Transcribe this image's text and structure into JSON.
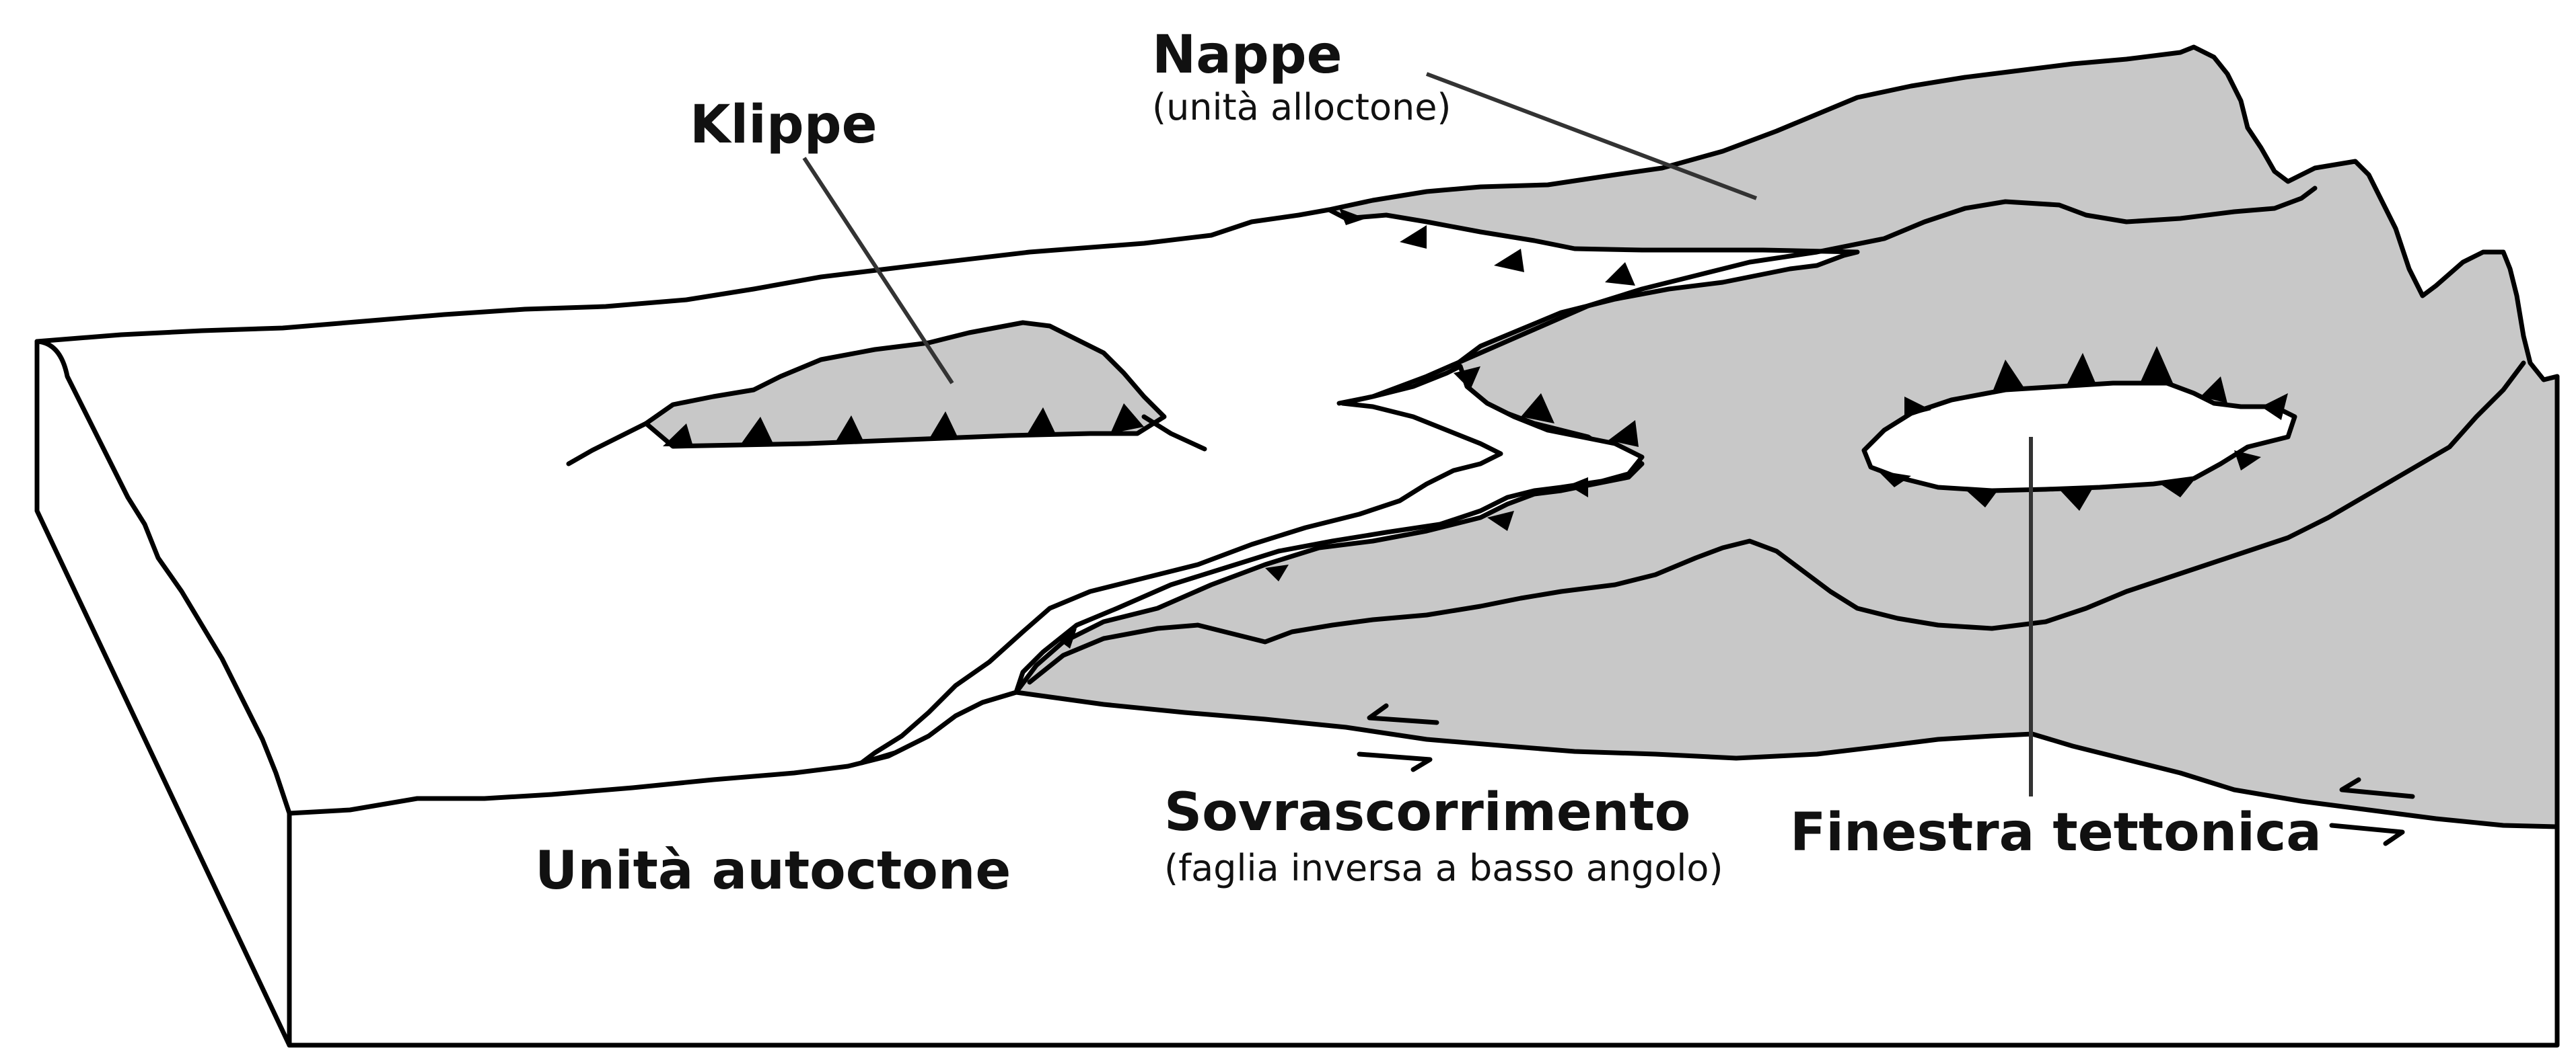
{
  "colors": {
    "nappe_fill": "#c8c8c8",
    "outline": "#000000",
    "background": "#ffffff"
  },
  "labels": {
    "nappe_title": "Nappe",
    "nappe_subtitle": "(unità alloctone)",
    "klippe": "Klippe",
    "autochthon": "Unità autoctone",
    "thrust_title": "Sovrascorrimento",
    "thrust_subtitle": "(faglia inversa a basso angolo)",
    "window": "Finestra tettonica"
  }
}
